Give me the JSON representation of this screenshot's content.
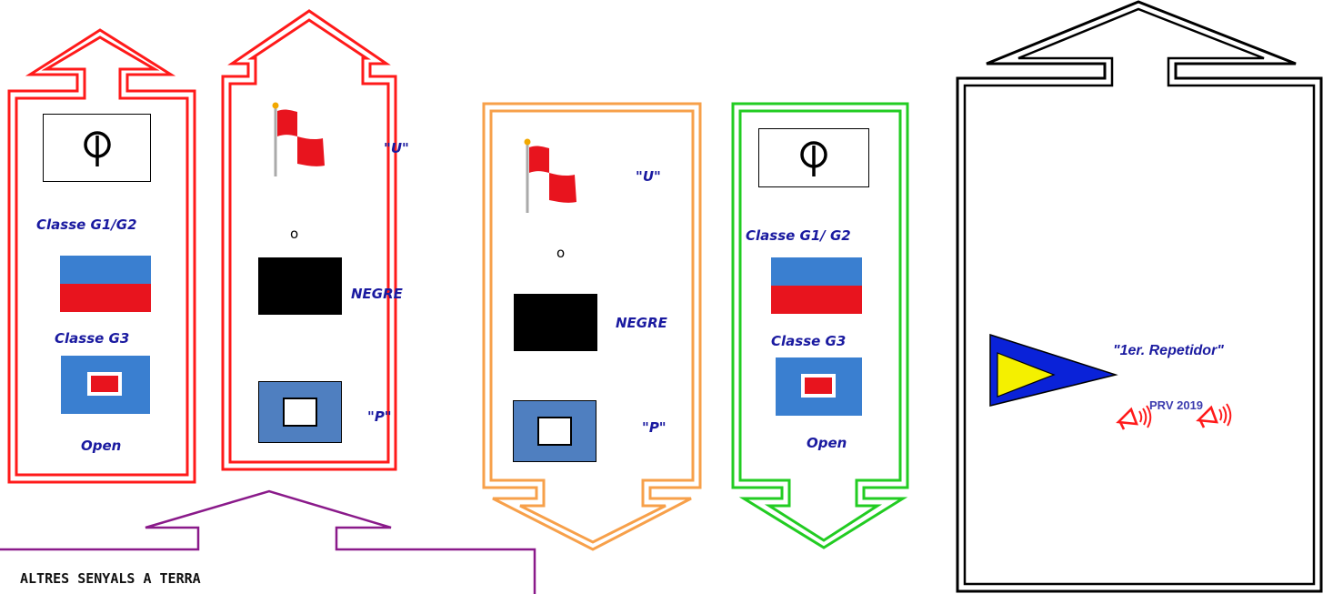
{
  "panel1": {
    "class_g1g2": "Classe G1/G2",
    "class_g3": "Classe G3",
    "open": "Open"
  },
  "panel2": {
    "flag_u": "\"U\"",
    "or": "o",
    "black": "NEGRE",
    "flag_p": "\"P\""
  },
  "panel3": {
    "flag_u": "\"U\"",
    "or": "o",
    "black": "NEGRE",
    "flag_p": "\"P\""
  },
  "panel4": {
    "class_g1g2": "Classe G1/ G2",
    "class_g3": "Classe G3",
    "open": "Open"
  },
  "panel5": {
    "label": "\"1er. Repetidor\"",
    "partial_text": "PRV 2019"
  },
  "bottom": {
    "title": "ALTRES SENYALS A TERRA"
  },
  "colors": {
    "red": "#ff1a1a",
    "orange": "#f7a04a",
    "green": "#22cc22",
    "purple": "#8a1a8a",
    "black": "#000000",
    "flag_blue": "#3a7fd0",
    "flag_red": "#e8141e",
    "flag_p_blue": "#4f7fc0",
    "pennant_blue": "#0a22d8",
    "pennant_yellow": "#f4f000"
  },
  "icons": [
    "orange-ball-icon",
    "u-flag-icon",
    "megaphone-icon"
  ]
}
